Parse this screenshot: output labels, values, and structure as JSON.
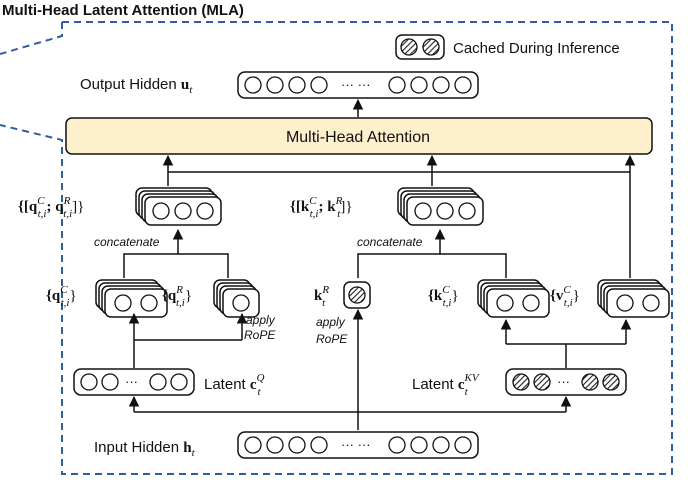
{
  "title": "Multi-Head Latent Attention (MLA)",
  "legend": {
    "label": "Cached During Inference"
  },
  "nodes": {
    "output_hidden": {
      "text": "Output Hidden ",
      "sym": "u",
      "sub": "t"
    },
    "mha": {
      "label": "Multi-Head Attention"
    },
    "q_concat": {
      "label": "{[q",
      "sup1": "C",
      "sub1": "t,i",
      "sep": "; q",
      "sup2": "R",
      "sub2": "t,i",
      "close": "]}"
    },
    "k_concat": {
      "label": "{[k",
      "sup1": "C",
      "sub1": "t,i",
      "sep": "; k",
      "sup2": "R",
      "sub2": "t",
      "close": "]}"
    },
    "concat_left": "concatenate",
    "concat_right": "concatenate",
    "qc": {
      "open": "{q",
      "sup": "C",
      "sub": "t,i",
      "close": "}"
    },
    "qr": {
      "open": "{q",
      "sup": "R",
      "sub": "t,i",
      "close": "}"
    },
    "kr": {
      "sym": "k",
      "sup": "R",
      "sub": "t"
    },
    "kc": {
      "open": "{k",
      "sup": "C",
      "sub": "t,i",
      "close": "}"
    },
    "vc": {
      "open": "{v",
      "sup": "C",
      "sub": "t,i",
      "close": "}"
    },
    "apply_rope_q": {
      "line1": "apply",
      "line2": "RoPE"
    },
    "apply_rope_k": {
      "line1": "apply",
      "line2": "RoPE"
    },
    "latent_q": {
      "text": "Latent ",
      "sym": "c",
      "sup": "Q",
      "sub": "t"
    },
    "latent_kv": {
      "text": "Latent ",
      "sym": "c",
      "sup": "KV",
      "sub": "t"
    },
    "input_hidden": {
      "text": "Input Hidden ",
      "sym": "h",
      "sub": "t"
    },
    "ellipsis": "··· ···",
    "ellipsis_short": "···"
  },
  "colors": {
    "mha_fill": "#fdf0cc",
    "dashed_border": "#2e5fa3",
    "line": "#111111"
  }
}
